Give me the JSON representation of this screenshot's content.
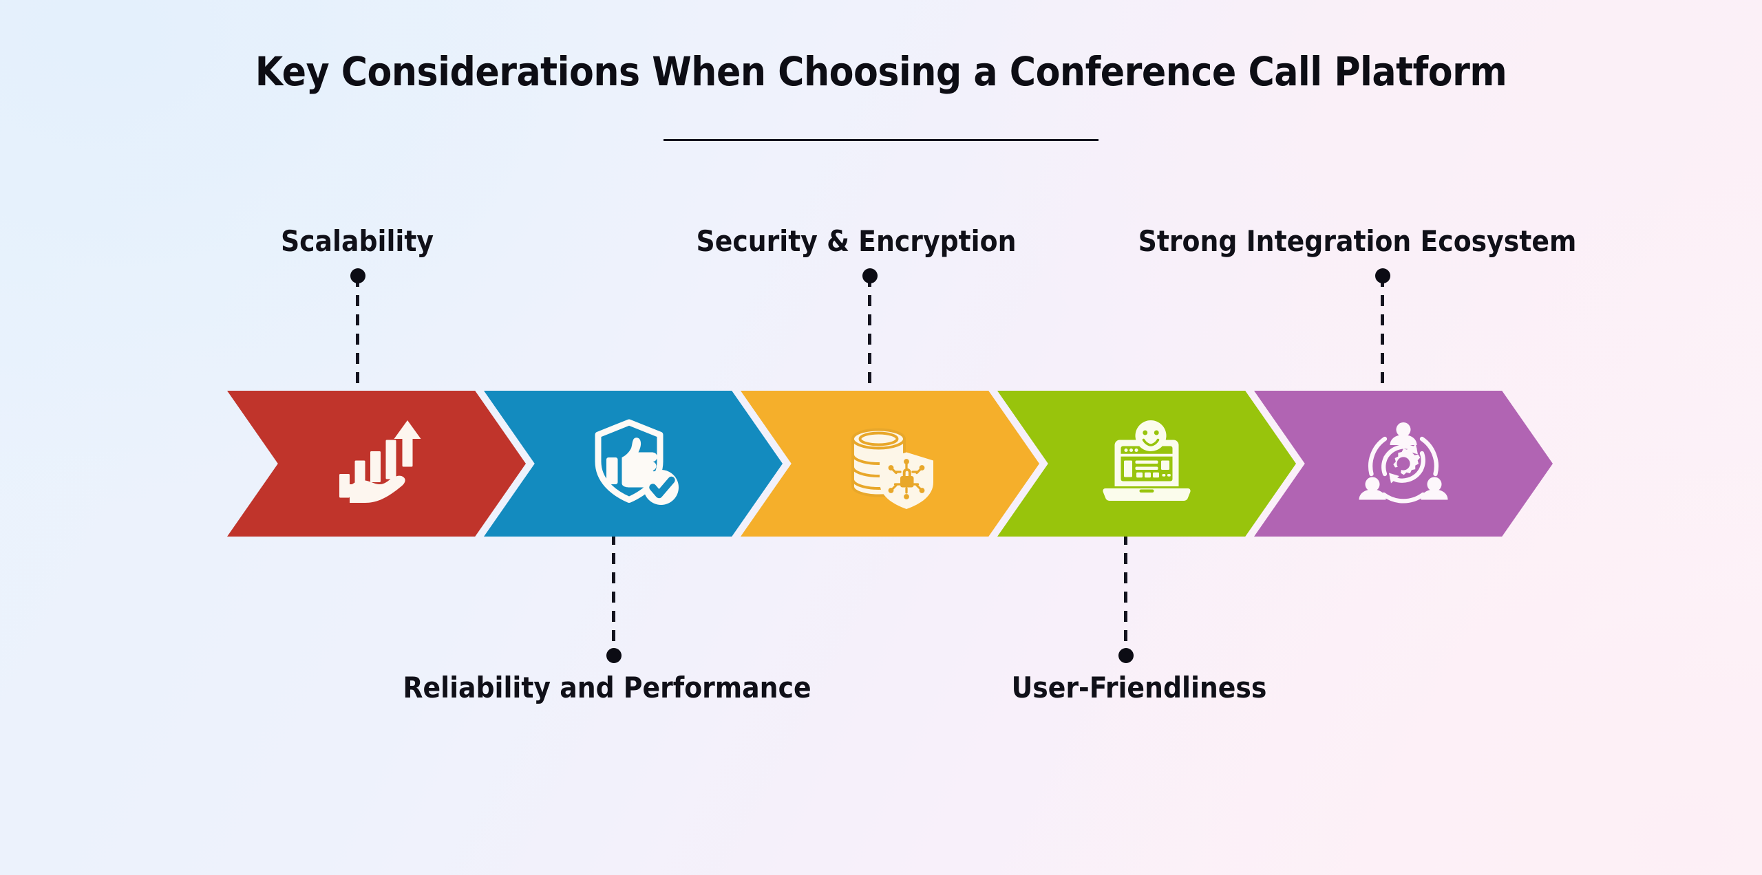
{
  "header": {
    "title": "Key Considerations When Choosing a Conference Call Platform",
    "divider": true
  },
  "theme": {
    "background_top_left": "#e9f3fd",
    "background_bottom_right": "#fdf2f8",
    "text_color": "#101018",
    "connector_color": "#14141f"
  },
  "steps": [
    {
      "index": 1,
      "label": "Scalability",
      "color": "#C0342B",
      "icon": "growth-chart-in-hand-icon",
      "label_position": "top"
    },
    {
      "index": 2,
      "label": "Reliability and Performance",
      "color": "#138BBF",
      "icon": "shield-thumbs-up-check-icon",
      "label_position": "bottom"
    },
    {
      "index": 3,
      "label": "Security & Encryption",
      "color": "#F5AF2B",
      "icon": "database-security-shield-icon",
      "label_position": "top"
    },
    {
      "index": 4,
      "label": "User-Friendliness",
      "color": "#98C40C",
      "icon": "laptop-smiley-interface-icon",
      "label_position": "bottom"
    },
    {
      "index": 5,
      "label": "Strong Integration Ecosystem",
      "color": "#B164B3",
      "icon": "team-gear-integration-icon",
      "label_position": "top"
    }
  ]
}
